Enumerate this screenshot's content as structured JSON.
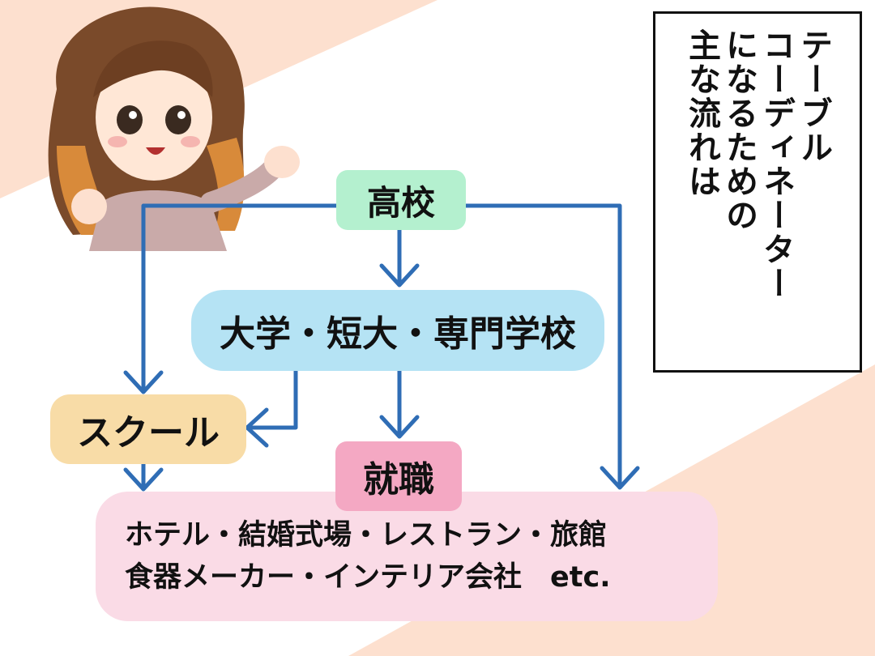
{
  "title": {
    "lines": [
      "テーブル",
      "コーディネーター",
      "になるための",
      "主な流れは"
    ]
  },
  "flow": {
    "high_school": "高校",
    "university": "大学・短大・専門学校",
    "school": "スクール",
    "employment": "就職",
    "destinations_line1": "ホテル・結婚式場・レストラン・旅館",
    "destinations_line2": "食器メーカー・インテリア会社　etc."
  },
  "colors": {
    "high_school_box": "#b4f0cf",
    "university_box": "#b5e3f4",
    "school_box": "#f8dca7",
    "employment_box": "#f4a8c3",
    "destinations_box": "#fadbe6",
    "arrow": "#2f6db5",
    "bg_peach": "#fde0cf"
  }
}
